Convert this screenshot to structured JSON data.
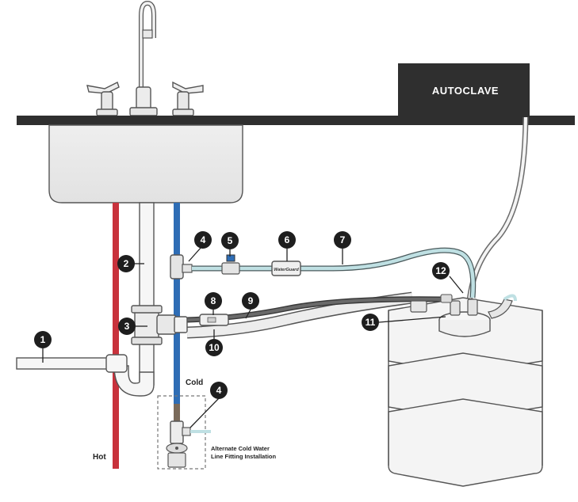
{
  "device_label": "AUTOCLAVE",
  "line_labels": {
    "hot": "Hot",
    "cold": "Cold"
  },
  "alternate_label": {
    "line1": "Alternate Cold Water",
    "line2": "Line Fitting Installation"
  },
  "inline_filter_text": "WaterGuard",
  "callouts": [
    "1",
    "2",
    "3",
    "4",
    "5",
    "6",
    "7",
    "8",
    "9",
    "10",
    "11",
    "12",
    "4"
  ],
  "colors": {
    "hot_line": "#c8323c",
    "cold_line": "#2e6db5",
    "tubing": "#bfe0e3",
    "countertop": "#2f2f2f",
    "badge": "#1e1e1e",
    "drain_tube": "#6b6b6b"
  }
}
